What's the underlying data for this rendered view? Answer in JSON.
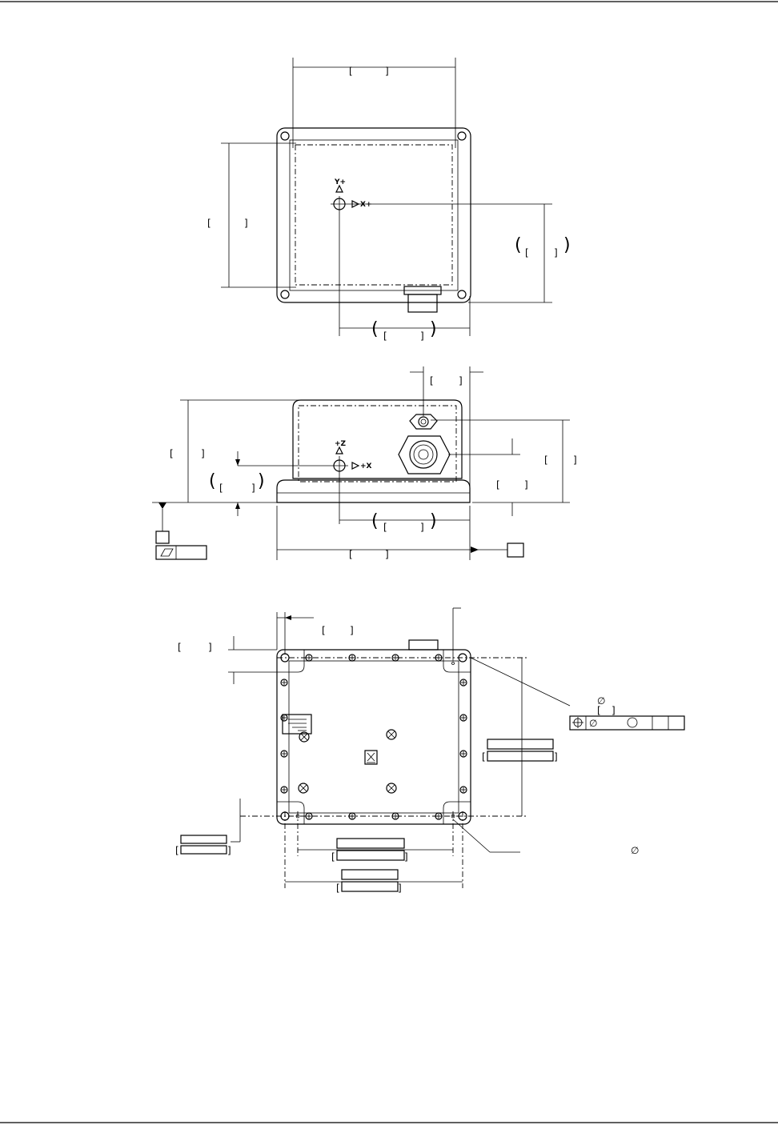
{
  "drawing": {
    "views": [
      "top-view",
      "front-view",
      "bottom-view"
    ],
    "axis_labels": {
      "top_y": "Y+",
      "top_x": "X+",
      "front_z": "+Z",
      "front_x": "+X"
    },
    "symbols": {
      "diameter": "∅",
      "position": "⊕",
      "flatness": "▱",
      "datum_triangle": "▼"
    },
    "line_color": "#000000",
    "background": "#ffffff"
  }
}
